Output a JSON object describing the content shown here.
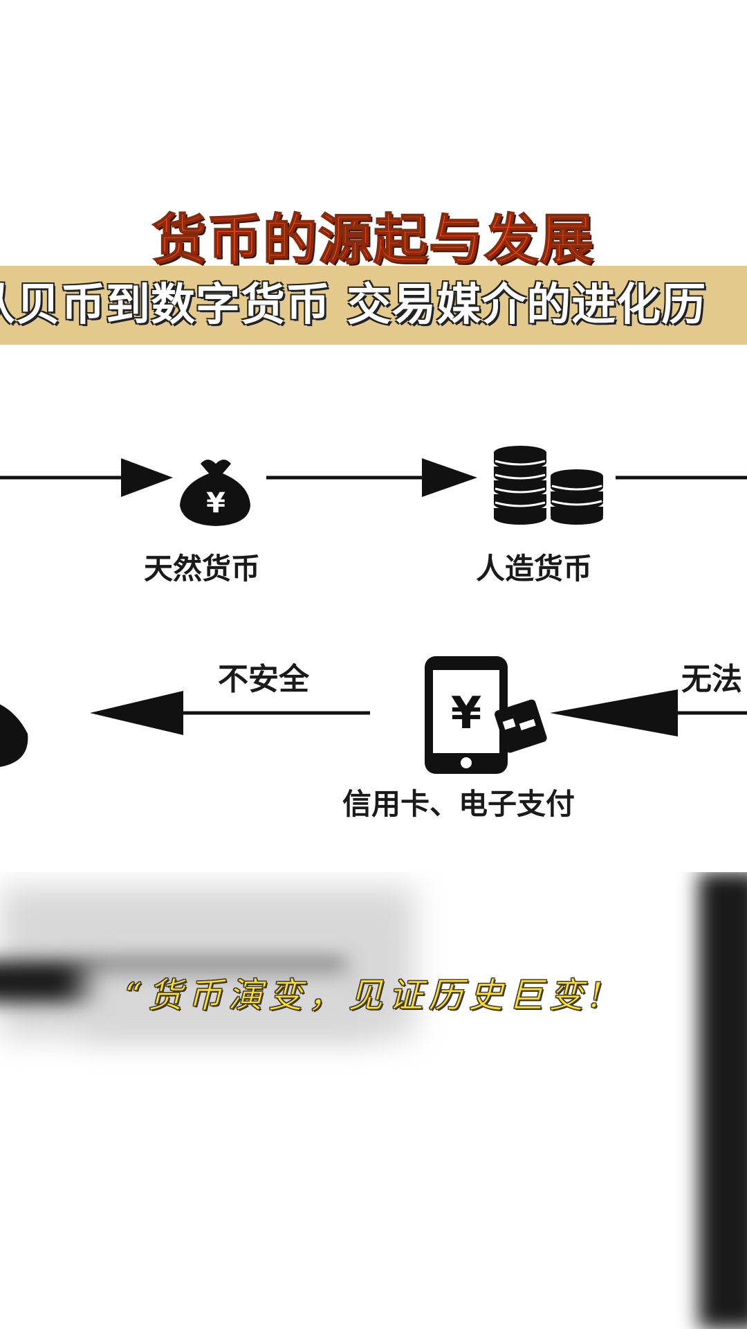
{
  "header": {
    "title": "货币的源起与发展",
    "subtitle": "从贝币到数字货币  交易媒介的进化历"
  },
  "diagram": {
    "nodes": {
      "natural_money": "天然货币",
      "artificial_money": "人造货币",
      "credit_card": "信用卡、电子支付"
    },
    "arrows": {
      "unsafe": "不安全",
      "cannot": "无法"
    },
    "icon_glyphs": {
      "yen": "¥"
    }
  },
  "caption": {
    "quote": "“货币演变，见证历史巨变!"
  },
  "colors": {
    "title": "#f0461c",
    "banner": "#e4c98c",
    "quote": "#ffe23a"
  }
}
